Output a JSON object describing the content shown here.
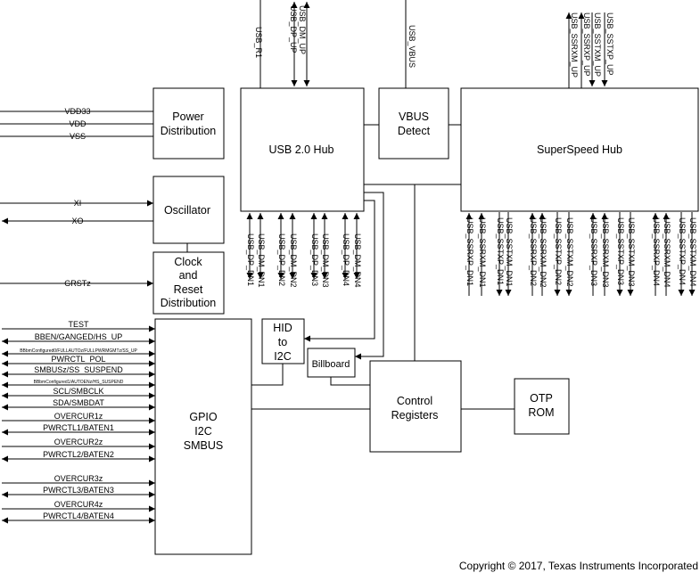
{
  "blocks": {
    "power": [
      "Power",
      "Distribution"
    ],
    "oscillator": [
      "Oscillator"
    ],
    "reset": [
      "Clock",
      "and",
      "Reset",
      "Distribution"
    ],
    "usb2hub": [
      "USB 2.0 Hub"
    ],
    "vbus": [
      "VBUS",
      "Detect"
    ],
    "sshub": [
      "SuperSpeed Hub"
    ],
    "hid": [
      "HID",
      "to",
      "I2C"
    ],
    "billboard": [
      "Billboard"
    ],
    "gpio": [
      "GPIO",
      "I2C",
      "SMBUS"
    ],
    "control": [
      "Control",
      "Registers"
    ],
    "otp": [
      "OTP",
      "ROM"
    ]
  },
  "power_signals": [
    "VDD33",
    "VDD",
    "VSS"
  ],
  "osc_signals": [
    "XI",
    "XO"
  ],
  "reset_signal": "GRSTz",
  "gpio_signals": [
    "TEST",
    "BBEN/GANGED/HS_UP",
    "BBbmConfigured0/FULLAUTOz/FULLPWRMGMTz/SS_UP",
    "PWRCTL_POL",
    "SMBUSz/SS_SUSPEND",
    "BBbmConfigured1/AUTOENz/HS_SUSPEND",
    "SCL/SMBCLK",
    "SDA/SMBDAT",
    "OVERCUR1z",
    "PWRCTL1/BATEN1",
    "OVERCUR2z",
    "PWRCTL2/BATEN2",
    "OVERCUR3z",
    "PWRCTL3/BATEN3",
    "OVERCUR4z",
    "PWRCTL4/BATEN4"
  ],
  "top_signals": {
    "usb_r1": "USB_R1",
    "usb_dm_up": "USB_DM_UP",
    "usb_dp_up": "USB_DP_UP",
    "usb_vbus": "USB_VBUS",
    "ssrxm_up": "USB_SSRXM_UP",
    "ssrxp_up": "USB_SSRXP_UP",
    "sstxm_up": "USB_SSTXM_UP",
    "sstxp_up": "USB_SSTXP_UP"
  },
  "usb2_down": [
    "USB_DP_DN1",
    "USB_DM_DN1",
    "USB_DP_DN2",
    "USB_DM_DN2",
    "USB_DP_DN3",
    "USB_DM_DN3",
    "USB_DP_DN4",
    "USB_DM_DN4"
  ],
  "ss_down": [
    "USB_SSRXP_DN1",
    "USB_SSRXM_DN1",
    "USB_SSTXP_DN1",
    "USB_SSTXM_DN1",
    "USB_SSRXP_DN2",
    "USB_SSRXM_DN2",
    "USB_SSTXP_DN2",
    "USB_SSTXM_DN2",
    "USB_SSRXP_DN3",
    "USB_SSRXM_DN3",
    "USB_SSTXP_DN3",
    "USB_SSTXM_DN3",
    "USB_SSRXP_DN4",
    "USB_SSRXM_DN4",
    "USB_SSTXP_DN4",
    "USB_SSTXM_DN4"
  ],
  "copyright": "Copyright © 2017, Texas Instruments Incorporated"
}
